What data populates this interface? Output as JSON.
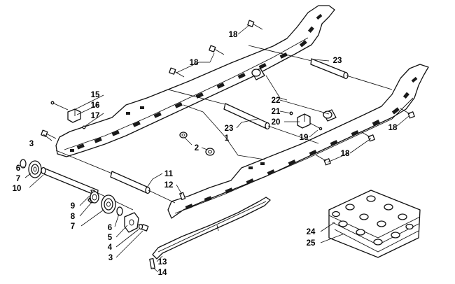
{
  "callouts": [
    {
      "id": "c18a",
      "text": "18"
    },
    {
      "id": "c18b",
      "text": "18"
    },
    {
      "id": "c18c",
      "text": "18"
    },
    {
      "id": "c18d",
      "text": "18"
    },
    {
      "id": "c23a",
      "text": "23"
    },
    {
      "id": "c23b",
      "text": "23"
    },
    {
      "id": "c22",
      "text": "22"
    },
    {
      "id": "c21",
      "text": "21"
    },
    {
      "id": "c20",
      "text": "20"
    },
    {
      "id": "c19",
      "text": "19"
    },
    {
      "id": "c15",
      "text": "15"
    },
    {
      "id": "c16",
      "text": "16"
    },
    {
      "id": "c17",
      "text": "17"
    },
    {
      "id": "c3a",
      "text": "3"
    },
    {
      "id": "c3b",
      "text": "3"
    },
    {
      "id": "c2",
      "text": "2"
    },
    {
      "id": "c1",
      "text": "1"
    },
    {
      "id": "c6a",
      "text": "6"
    },
    {
      "id": "c6b",
      "text": "6"
    },
    {
      "id": "c7a",
      "text": "7"
    },
    {
      "id": "c7b",
      "text": "7"
    },
    {
      "id": "c10",
      "text": "10"
    },
    {
      "id": "c11",
      "text": "11"
    },
    {
      "id": "c12",
      "text": "12"
    },
    {
      "id": "c9",
      "text": "9"
    },
    {
      "id": "c8",
      "text": "8"
    },
    {
      "id": "c5",
      "text": "5"
    },
    {
      "id": "c4",
      "text": "4"
    },
    {
      "id": "c13",
      "text": "13"
    },
    {
      "id": "c14",
      "text": "14"
    },
    {
      "id": "c24",
      "text": "24"
    },
    {
      "id": "c25",
      "text": "25"
    }
  ]
}
